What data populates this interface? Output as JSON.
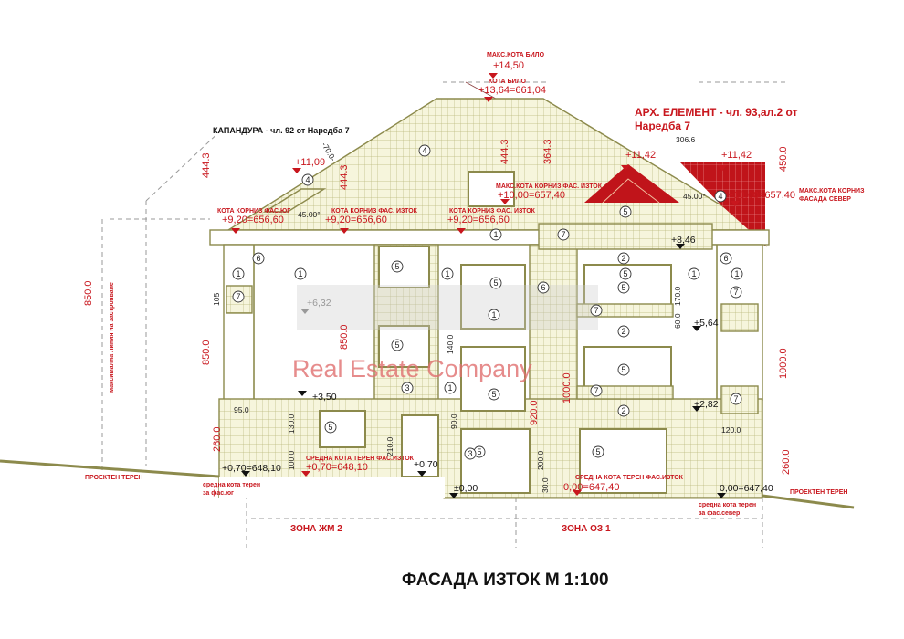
{
  "title": "ФАСАДА ИЗТОК М 1:100",
  "watermark": "Real Estate Company",
  "colors": {
    "annotation_red": "#c8161d",
    "outline_olive": "#8c8a4c",
    "roof_red": "#c0141a"
  },
  "annotations": {
    "max_ridge_label": "МАКС.КОТА БИЛО",
    "max_ridge_value": "+14,50",
    "ridge_label": "КОТА БИЛО",
    "ridge_value": "+13,64=661,04",
    "arch_element_line1": "АРХ. ЕЛЕМЕНТ - чл. 93,ал.2 от",
    "arch_element_line2": "Наредба 7",
    "dormer_note": "КАПАНДУРА - чл. 92 от Наредба 7",
    "cornice_south_label": "КОТА КОРНИЗ ФАС.ЮГ",
    "cornice_south_value": "+9,20=656,60",
    "cornice_east_label_1": "КОТА КОРНИЗ ФАС. ИЗТОК",
    "cornice_east_value_1": "+9,20=656,60",
    "cornice_east_label_2": "КОТА КОРНИЗ ФАС. ИЗТОК",
    "cornice_east_value_2": "+9,20=656,60",
    "max_cornice_east_label": "МАКС.КОТА КОРНИЗ ФАС. ИЗТОК",
    "max_cornice_east_value": "+10,00=657,40",
    "max_cornice_north_value": "+10,00=657,40",
    "max_cornice_north_label_1": "МАКС.КОТА КОРНИЗ",
    "max_cornice_north_label_2": "ФАСАДА СЕВЕР",
    "gable_top_1": "+11,42",
    "gable_top_2": "+11,42",
    "dormer_top": "+11,09",
    "max_build_line": "максимална линия на застрояване",
    "terrain_east_label_1": "СРЕДНА КОТА ТЕРЕН ФАС.ИЗТОК",
    "terrain_east_value_1": "+0,70=648,10",
    "terrain_east_label_2": "СРЕДНА КОТА ТЕРЕН ФАС.ИЗТОК",
    "terrain_east_value_2": "0,00=647,40",
    "design_terrain_left": "ПРОЕКТЕН ТЕРЕН",
    "design_terrain_right": "ПРОЕКТЕН ТЕРЕН",
    "terrain_south_1": "средна кота терен",
    "terrain_south_2": "за фас.юг",
    "terrain_north_1": "средна кота терен",
    "terrain_north_2": "за фас.север",
    "zone_left": "ЗОНА ЖМ 2",
    "zone_right": "ЗОНА ОЗ 1"
  },
  "levels": {
    "l632": "+6,32",
    "l350": "+3,50",
    "l846": "+8,46",
    "l564": "+5,64",
    "l282": "+2,82",
    "south_ground": "+0,70=648,10",
    "l070": "+0,70",
    "l000": "±0,00",
    "north_ground": "0,00=647,40"
  },
  "dimensions": {
    "d4443a": "444.3",
    "d4443b": "444.3",
    "d4443c": "444.3",
    "d3643": "364.3",
    "d4500": "450.0",
    "d8500a": "850.0",
    "d8500b": "850.0",
    "d8500c": "850.0",
    "d10000a": "1000.0",
    "d10000b": "1000.0",
    "d9200": "920.0",
    "d2600a": "260.0",
    "d2600b": "260.0",
    "d3066": "306.6",
    "d700": "-70.0-",
    "a45a": "45.00°",
    "a45b": "45.00°",
    "d950": "95.0",
    "d1200": "120.0",
    "d105": "105",
    "d1000": "100.0",
    "d1300": "130.0",
    "d900": "90.0",
    "d1400": "140.0",
    "d1700": "170.0",
    "d600": "60.0",
    "d2000": "200.0",
    "d300": "30.0",
    "d2100": "210.0"
  },
  "material_tags": [
    "4",
    "4",
    "4",
    "5",
    "1",
    "6",
    "6",
    "1",
    "1",
    "1",
    "2",
    "6",
    "5",
    "5",
    "1",
    "1",
    "1",
    "7",
    "2",
    "5",
    "5",
    "5",
    "5",
    "2",
    "1",
    "3",
    "5",
    "5",
    "5",
    "3",
    "7",
    "7",
    "7",
    "7",
    "7",
    "5"
  ]
}
